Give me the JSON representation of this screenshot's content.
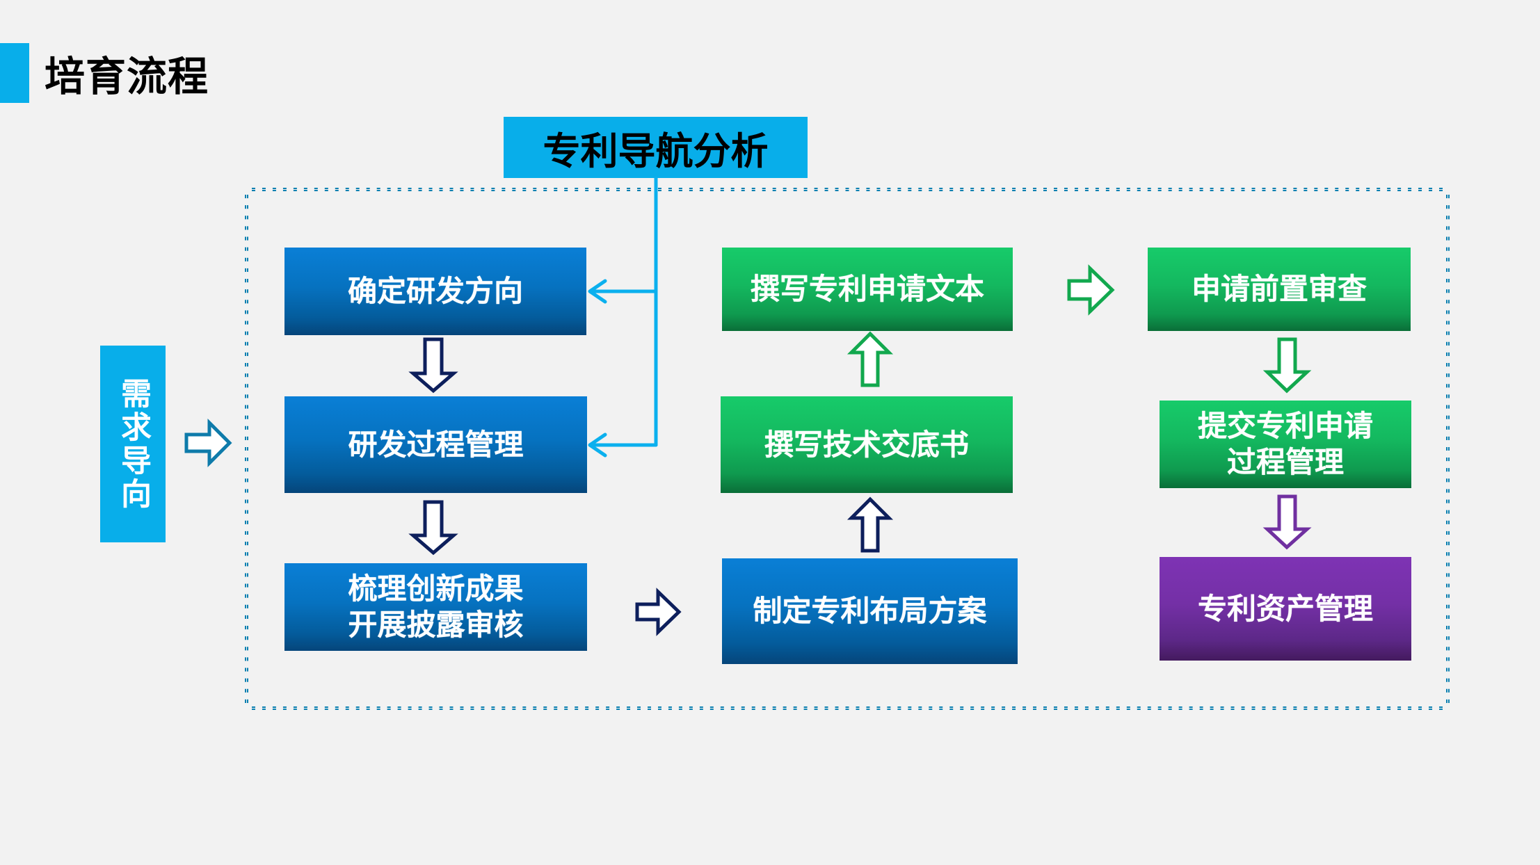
{
  "slide": {
    "title": "培育流程",
    "nav_label": "专利导航分析",
    "side_label": "需求导向"
  },
  "colors": {
    "accent_cyan": "#08aeea",
    "blue_box": "#0a7fd6",
    "green_box": "#17cb6a",
    "purple_box": "#7e33b4",
    "navy_arrow": "#0d1f5c",
    "green_arrow": "#12a84e",
    "purple_arrow": "#7030a0",
    "connector": "#0bb0ee",
    "frame_dash": "#0a7fb0"
  },
  "steps": {
    "determine_direction": "确定研发方向",
    "rd_process": "研发过程管理",
    "sort_innovation": "梳理创新成果\n开展披露审核",
    "layout_plan": "制定专利布局方案",
    "tech_disclosure": "撰写技术交底书",
    "write_application": "撰写专利申请文本",
    "pre_review": "申请前置审查",
    "submit_process": "提交专利申请\n过程管理",
    "asset_management": "专利资产管理"
  }
}
